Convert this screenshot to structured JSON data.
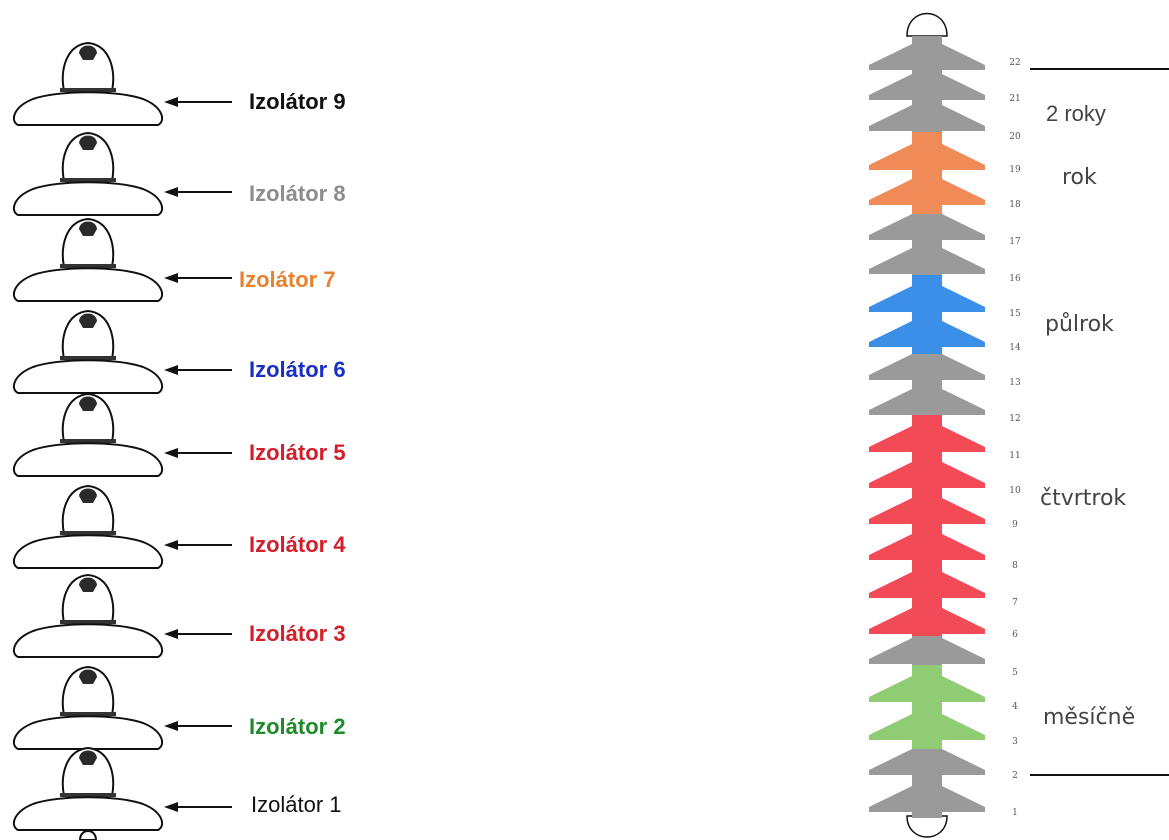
{
  "left_insulators": [
    {
      "label": "Izolátor 9",
      "color": "#111111",
      "bold": true
    },
    {
      "label": "Izolátor 8",
      "color": "#8c8c8c",
      "bold": true
    },
    {
      "label": "Izolátor 7",
      "color": "#e8822e",
      "bold": true
    },
    {
      "label": "Izolátor 6",
      "color": "#1a2fc4",
      "bold": true
    },
    {
      "label": "Izolátor 5",
      "color": "#d21f2b",
      "bold": true
    },
    {
      "label": "Izolátor 4",
      "color": "#d21f2b",
      "bold": true
    },
    {
      "label": "Izolátor 3",
      "color": "#d21f2b",
      "bold": true
    },
    {
      "label": "Izolátor 2",
      "color": "#1e8a2a",
      "bold": true
    },
    {
      "label": "Izolátor 1",
      "color": "#111111",
      "bold": false
    }
  ],
  "shed_numbers": [
    "22",
    "21",
    "20",
    "19",
    "18",
    "17",
    "16",
    "15",
    "14",
    "13",
    "12",
    "11",
    "10",
    "9",
    "8",
    "7",
    "6",
    "5",
    "4",
    "3",
    "2",
    "1"
  ],
  "intervals": [
    {
      "label": "2 roky"
    },
    {
      "label": "rok"
    },
    {
      "label": "půlrok"
    },
    {
      "label": "čtvrtrok"
    },
    {
      "label": "měsíčně"
    }
  ],
  "colors": {
    "gray": "#9a9a9a",
    "orange": "#f08a57",
    "blue": "#3b8fe6",
    "red": "#f24a57",
    "green": "#8fcc74",
    "outline": "#111111"
  }
}
